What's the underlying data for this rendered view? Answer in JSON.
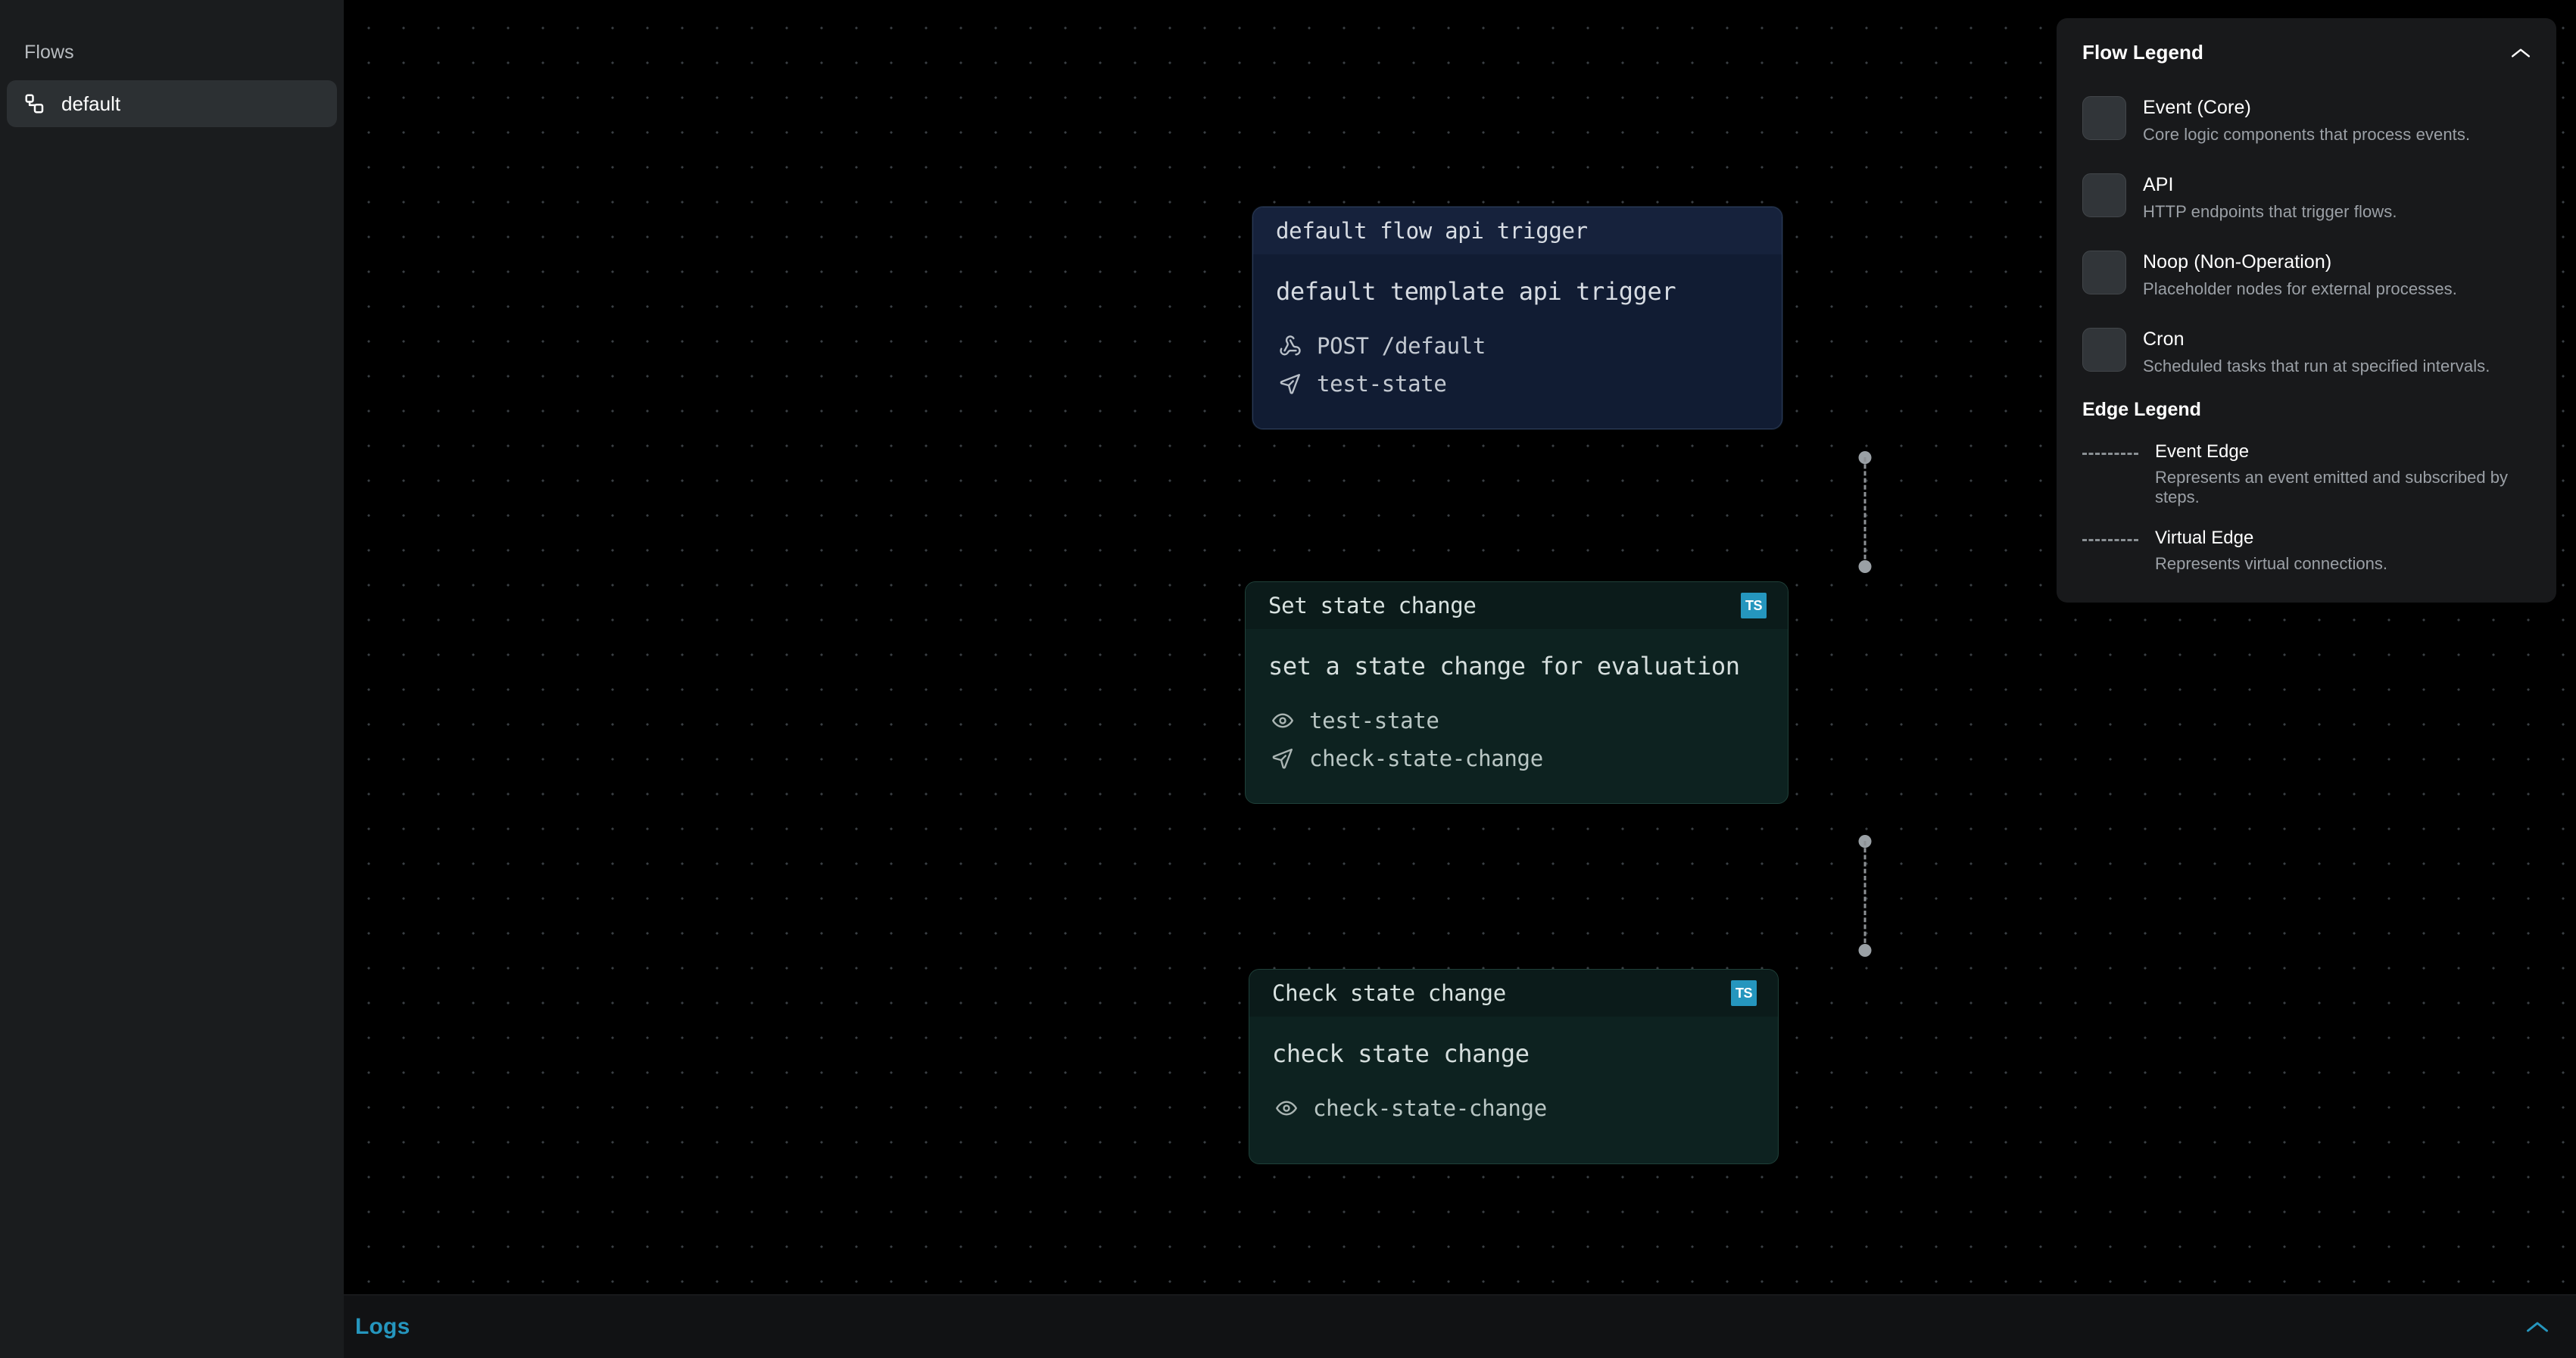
{
  "sidebar": {
    "title": "Flows",
    "items": [
      {
        "label": "default",
        "icon": "nodes-icon",
        "selected": true
      }
    ]
  },
  "canvas": {
    "nodes": [
      {
        "id": "node-api",
        "kind": "api",
        "header_title": "default flow api trigger",
        "badge": null,
        "description": "default template api trigger",
        "rows": [
          {
            "icon": "webhook-icon",
            "text": "POST /default"
          },
          {
            "icon": "emit-icon",
            "text": "test-state"
          }
        ]
      },
      {
        "id": "node-set",
        "kind": "event",
        "header_title": "Set state change",
        "badge": "TS",
        "description": "set a state change for evaluation",
        "rows": [
          {
            "icon": "subscribe-eye-icon",
            "text": "test-state"
          },
          {
            "icon": "emit-icon",
            "text": "check-state-change"
          }
        ]
      },
      {
        "id": "node-check",
        "kind": "event",
        "header_title": "Check state change",
        "badge": "TS",
        "description": "check state change",
        "rows": [
          {
            "icon": "subscribe-eye-icon",
            "text": "check-state-change"
          }
        ]
      }
    ],
    "edges": [
      {
        "from": "node-api",
        "to": "node-set",
        "style": "dashed"
      },
      {
        "from": "node-set",
        "to": "node-check",
        "style": "dashed"
      }
    ]
  },
  "legend": {
    "title": "Flow Legend",
    "collapse_icon": "chevron-up-icon",
    "node_types": [
      {
        "label": "Event (Core)",
        "desc": "Core logic components that process events."
      },
      {
        "label": "API",
        "desc": "HTTP endpoints that trigger flows."
      },
      {
        "label": "Noop (Non-Operation)",
        "desc": "Placeholder nodes for external processes."
      },
      {
        "label": "Cron",
        "desc": "Scheduled tasks that run at specified intervals."
      }
    ],
    "edge_section_title": "Edge Legend",
    "edge_types": [
      {
        "label": "Event Edge",
        "desc": "Represents an event emitted and subscribed by steps."
      },
      {
        "label": "Virtual Edge",
        "desc": "Represents virtual connections."
      }
    ]
  },
  "logs": {
    "label": "Logs",
    "collapse_icon": "chevron-up-icon"
  },
  "colors": {
    "accent": "#2596be",
    "canvas_bg": "#000000",
    "sidebar_bg": "#1a1c1e",
    "api_node_bg": "#111c33",
    "event_node_bg": "#0d2220",
    "ts_badge": "#2596be"
  }
}
